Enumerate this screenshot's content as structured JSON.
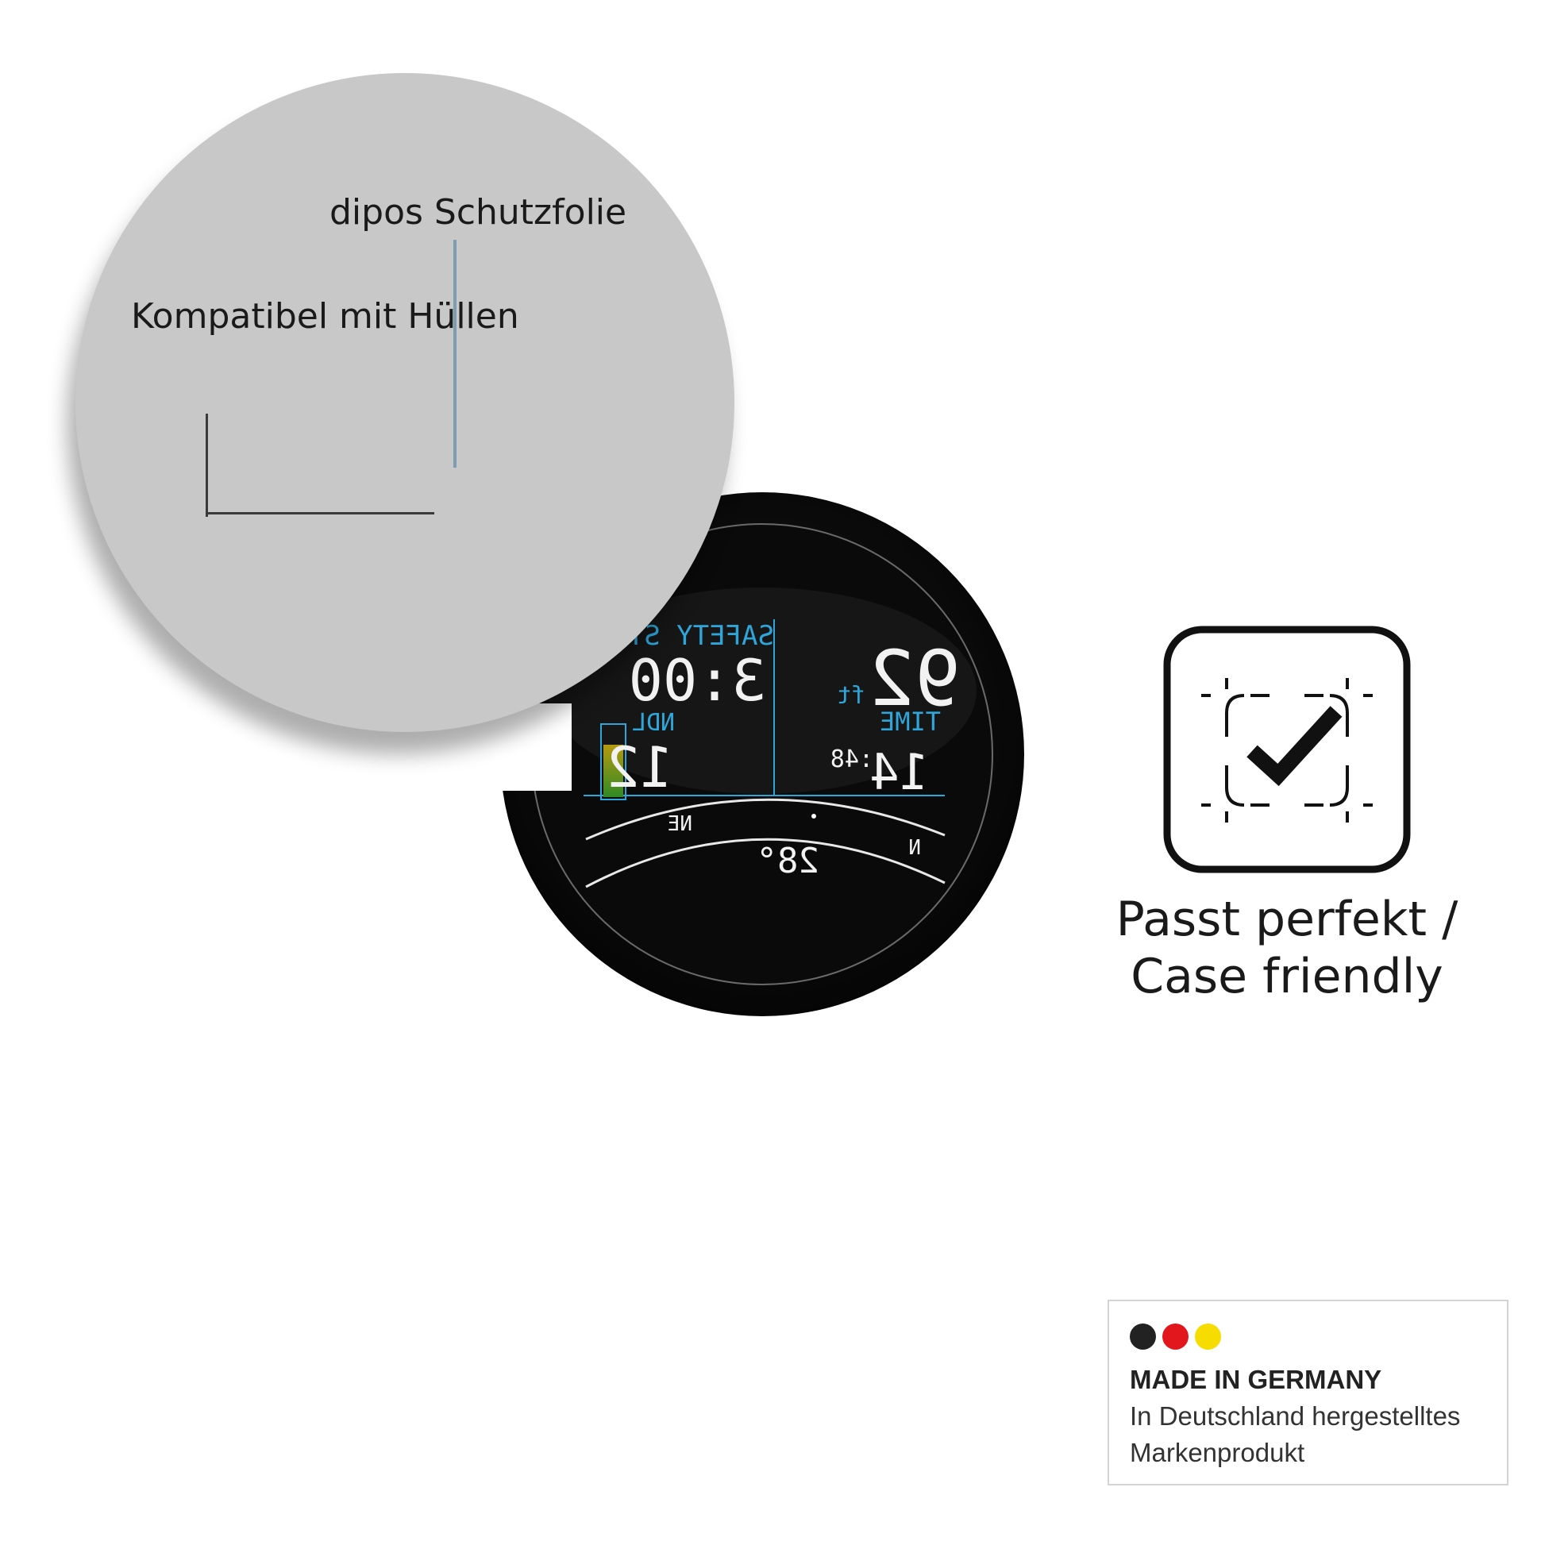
{
  "callout": {
    "film_label": "dipos Schutzfolie",
    "case_label": "Kompatibel mit Hüllen"
  },
  "watch_display": {
    "safety_label": "SAFETY ST",
    "safety_time": "3:00",
    "depth_value": "92",
    "depth_unit": "ft",
    "ndl_label": "NDL",
    "ndl_value": "12",
    "time_label": "TIME",
    "time_minutes": "14",
    "time_seconds": ":48",
    "compass_ne": "NE",
    "compass_n": "N",
    "temperature": "28°"
  },
  "feature": {
    "icon": "case-check-icon",
    "caption_line1": "Passt perfekt /",
    "caption_line2": "Case friendly"
  },
  "badge": {
    "title": "MADE IN GERMANY",
    "text": "In Deutschland hergestelltes Markenprodukt",
    "colors": [
      "#222222",
      "#e2161d",
      "#f7dc00"
    ]
  },
  "colors": {
    "accent_blue": "#2fa6da",
    "disc_grey": "#c8c8c8"
  }
}
